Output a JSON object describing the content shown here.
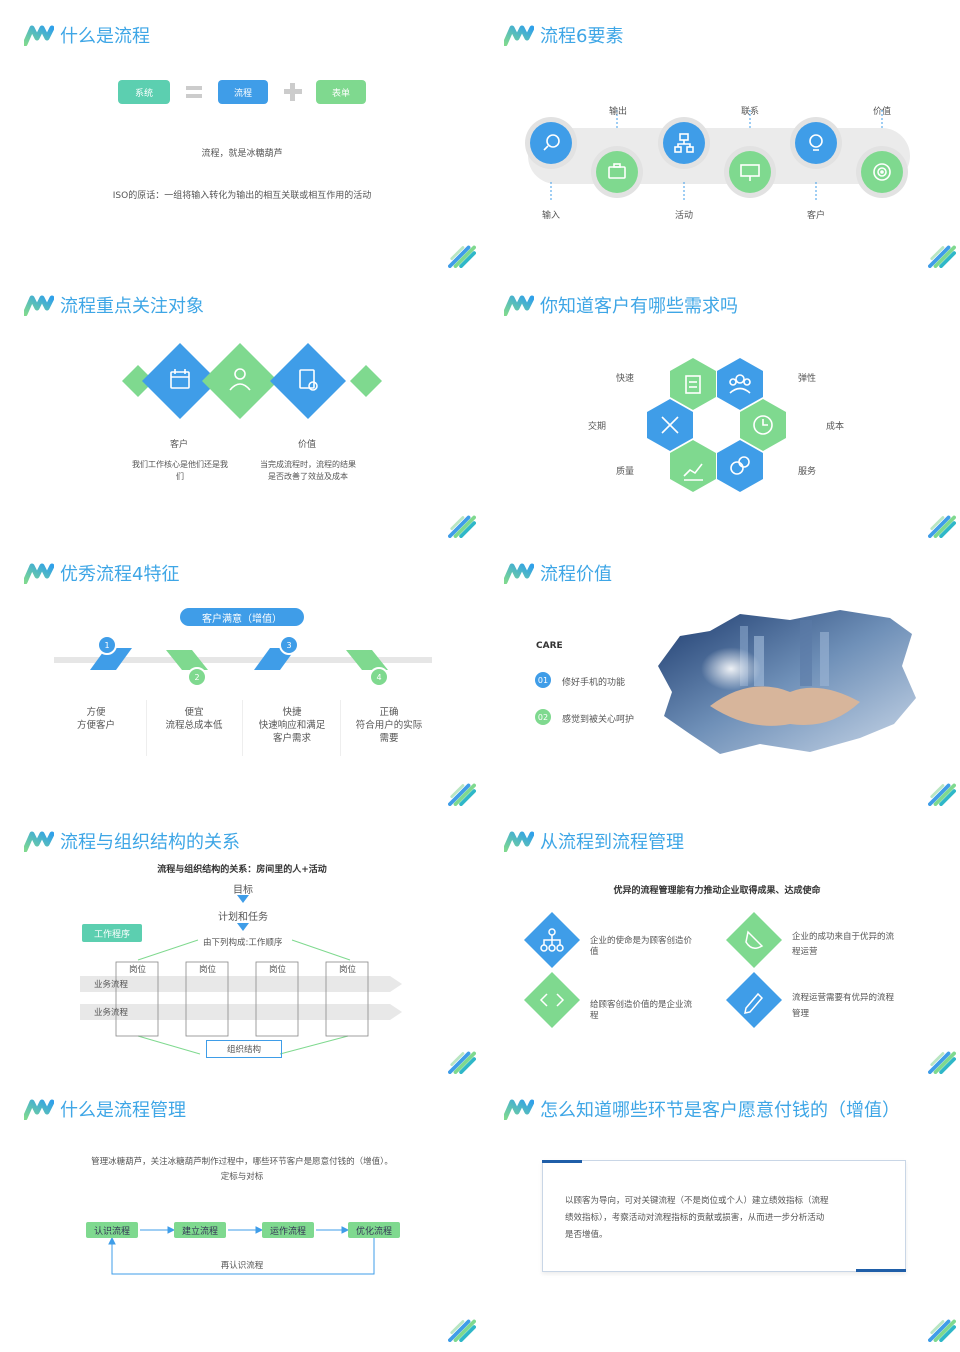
{
  "s1": {
    "title": "什么是流程",
    "eq": [
      "系统",
      "流程",
      "表单"
    ],
    "line1": "流程，就是冰糖葫芦",
    "line2": "ISO的原话：一组将输入转化为输出的相互关联或相互作用的活动"
  },
  "s2": {
    "title": "流程6要素",
    "top_labels": [
      "输出",
      "联系",
      "价值"
    ],
    "bottom_labels": [
      "输入",
      "活动",
      "客户"
    ]
  },
  "s3": {
    "title": "流程重点关注对象",
    "items": [
      {
        "label": "客户",
        "desc1": "我们工作核心是他们还是我",
        "desc2": "们"
      },
      {
        "label": "价值",
        "desc1": "当完成流程时，流程的结果",
        "desc2": "是否改善了效益及成本"
      }
    ]
  },
  "s4": {
    "title": "你知道客户有哪些需求吗",
    "labels": [
      "快速",
      "弹性",
      "交期",
      "成本",
      "质量",
      "服务"
    ]
  },
  "s5": {
    "title": "优秀流程4特征",
    "banner": "客户满意（增值）",
    "steps": [
      {
        "n": "1",
        "t1": "方便",
        "t2": "方便客户",
        "t3": ""
      },
      {
        "n": "2",
        "t1": "便宜",
        "t2": "流程总成本低",
        "t3": ""
      },
      {
        "n": "3",
        "t1": "快捷",
        "t2": "快速响应和满足",
        "t3": "客户需求"
      },
      {
        "n": "4",
        "t1": "正确",
        "t2": "符合用户的实际",
        "t3": "需要"
      }
    ]
  },
  "s6": {
    "title": "流程价值",
    "care": "CARE",
    "items": [
      {
        "n": "01",
        "t": "修好手机的功能"
      },
      {
        "n": "02",
        "t": "感觉到被关心呵护"
      }
    ]
  },
  "s7": {
    "title": "流程与组织结构的关系",
    "subtitle": "流程与组织结构的关系：房间里的人+活动",
    "goal": "目标",
    "plan": "计划和任务",
    "work_tag": "工作程序",
    "order": "由下列构成:工作顺序",
    "posts": [
      "岗位",
      "岗位",
      "岗位",
      "岗位"
    ],
    "flow1": "业务流程",
    "flow2": "业务流程",
    "org": "组织结构"
  },
  "s8": {
    "title": "从流程到流程管理",
    "subtitle": "优异的流程管理能有力推动企业取得成果、达成使命",
    "items": [
      {
        "l1": "企业的使命是为顾客创造价",
        "l2": "值"
      },
      {
        "l1": "企业的成功来自于优异的流",
        "l2": "程运营"
      },
      {
        "l1": "给顾客创造价值的是企业流",
        "l2": "程"
      },
      {
        "l1": "流程运营需要有优异的流程",
        "l2": "管理"
      }
    ]
  },
  "s9": {
    "title": "什么是流程管理",
    "line1": "管理冰糖葫芦，关注冰糖葫芦制作过程中，哪些环节客户是愿意付钱的（增值）。",
    "line2": "定标与对标",
    "steps": [
      "认识流程",
      "建立流程",
      "运作流程",
      "优化流程"
    ],
    "loop": "再认识流程"
  },
  "s10": {
    "title": "怎么知道哪些环节是客户愿意付钱的（增值）",
    "l1": "以顾客为导向，可对关键流程（不是岗位或个人）建立绩效指标（流程",
    "l2": "绩效指标），考察活动对流程指标的贡献或损害，从而进一步分析活动",
    "l3": "是否增值。"
  },
  "colors": {
    "blue": "#3f9de8",
    "green": "#7fd98f",
    "title": "#3ea6e6"
  },
  "icons": [
    "logo-icon",
    "corner-stripes-icon",
    "search-icon",
    "briefcase-icon",
    "network-icon",
    "presentation-icon",
    "bulb-icon",
    "target-icon",
    "calendar-icon",
    "team-icon",
    "clipboard-icon",
    "tools-icon",
    "chart-icon",
    "clock-icon",
    "money-icon",
    "code-icon",
    "edit-icon"
  ]
}
